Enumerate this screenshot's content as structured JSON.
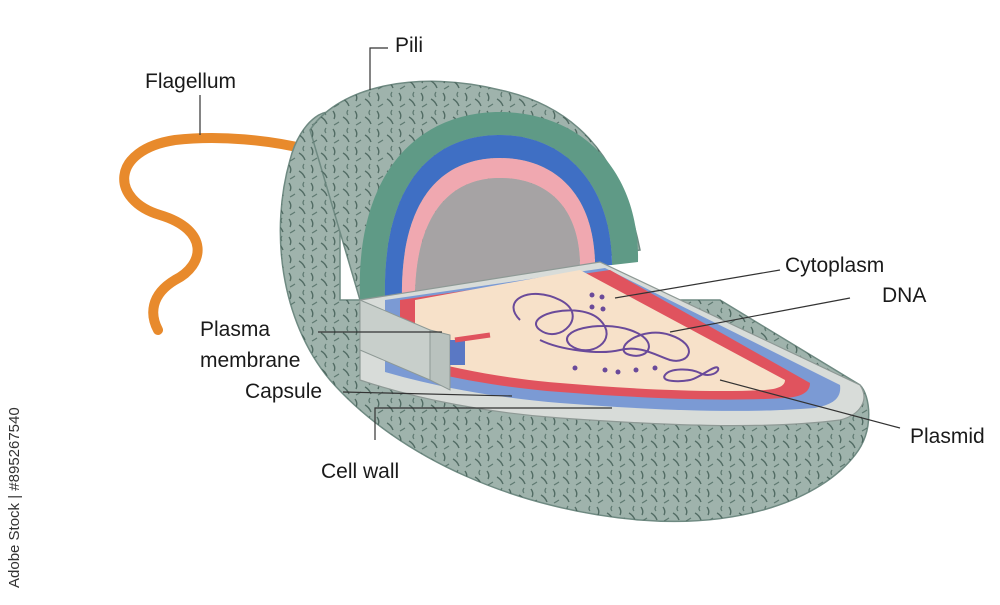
{
  "labels": {
    "pili": "Pili",
    "flagellum": "Flagellum",
    "cytoplasm": "Cytoplasm",
    "dna": "DNA",
    "plasma_membrane_line1": "Plasma",
    "plasma_membrane_line2": "membrane",
    "capsule": "Capsule",
    "cell_wall": "Cell wall",
    "plasmid": "Plasmid"
  },
  "watermark": {
    "text": "Adobe Stock | #895267540"
  },
  "colors": {
    "capsule": "#9fb3ac",
    "cell_wall_outer": "#5f9a86",
    "cell_wall_blue": "#3f6fc4",
    "membrane_pink": "#f0a8b0",
    "membrane_red": "#e0535e",
    "cytoplasm": "#f7e1c9",
    "interior": "#a6a3a4",
    "flagellum": "#e88a2c",
    "dna": "#6a4a9a",
    "slab_top": "#d8dcd9"
  }
}
